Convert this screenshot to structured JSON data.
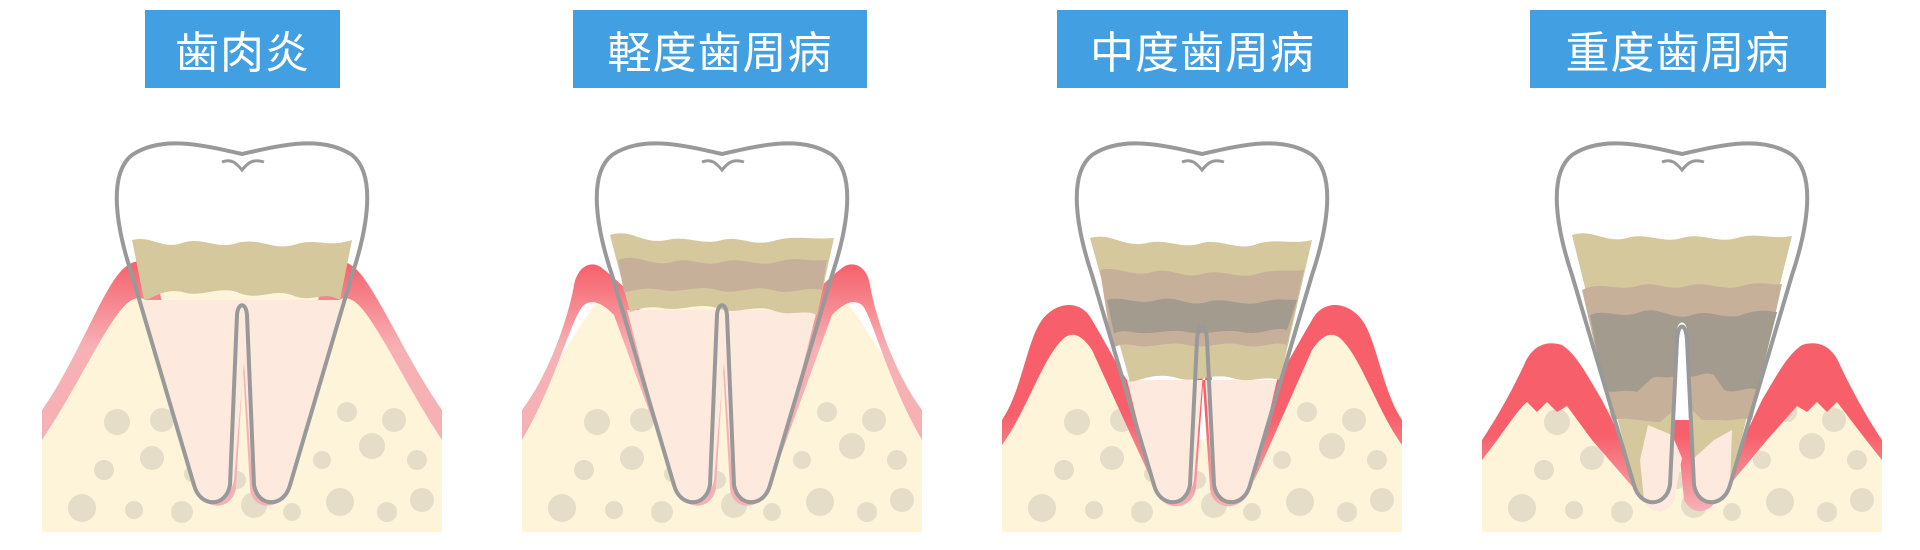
{
  "colors": {
    "label_bg": "#42a0e2",
    "label_text": "#ffffff",
    "tooth_outline": "#999999",
    "gum_dark": "#f7606b",
    "gum_light": "#f6b1b5",
    "bone": "#fdf4da",
    "bone_spot": "#e5ddc8",
    "root_inner": "#fde9dd",
    "tartar_light": "#d5c89d",
    "tartar_mid": "#c7b09a",
    "tartar_dark": "#a39b8d"
  },
  "stages": [
    {
      "label": "歯肉炎",
      "stage": "gingivitis"
    },
    {
      "label": "軽度歯周病",
      "stage": "mild-periodontitis"
    },
    {
      "label": "中度歯周病",
      "stage": "moderate-periodontitis"
    },
    {
      "label": "重度歯周病",
      "stage": "severe-periodontitis"
    }
  ]
}
